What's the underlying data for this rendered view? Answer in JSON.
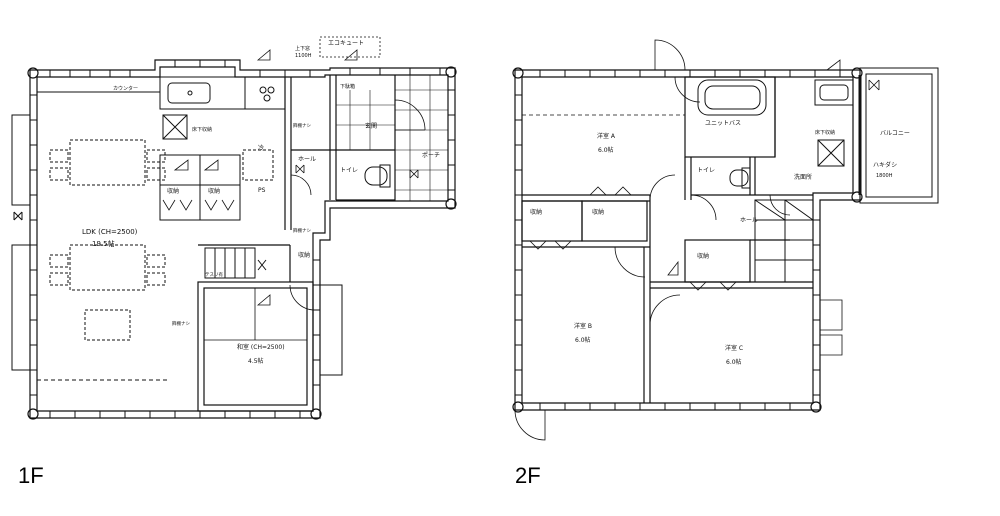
{
  "floors": {
    "first": {
      "label": "1F",
      "rooms": {
        "ldk": "LDK (CH=2500)",
        "ldk_size": "19.5帖",
        "washitsu": "和室 (CH=2500)",
        "washitsu_size": "4.5帖",
        "genkan": "玄関",
        "hall": "ホール",
        "toilet": "トイレ",
        "porch": "ポーチ",
        "storage1": "収納",
        "storage2": "収納",
        "storage3": "収納",
        "counter": "カウンター",
        "underfloor": "床下収納",
        "fridge": "冷",
        "ps": "PS",
        "shoebox": "下駄箱",
        "ecocute": "エコキュート",
        "upper": "上下窓",
        "upper_size": "1100H",
        "shelf_a": "飾棚ナシ",
        "shelf_b": "飾棚ナシ",
        "shelf_c": "飾棚ナシ",
        "stair_text": "テスリ有"
      }
    },
    "second": {
      "label": "2F",
      "rooms": {
        "room_a": "洋室 A",
        "room_a_size": "6.0帖",
        "room_b": "洋室 B",
        "room_b_size": "6.0帖",
        "room_c": "洋室 C",
        "room_c_size": "6.0帖",
        "balcony": "バルコニー",
        "hakidashi": "ハキダシ",
        "hakidashi_size": "1800H",
        "washroom": "洗面所",
        "underfloor": "床下収納",
        "toilet": "トイレ",
        "hall": "ホール",
        "bath": "ユニットバス",
        "storage1": "収納",
        "storage2": "収納",
        "storage3": "収納"
      }
    }
  }
}
